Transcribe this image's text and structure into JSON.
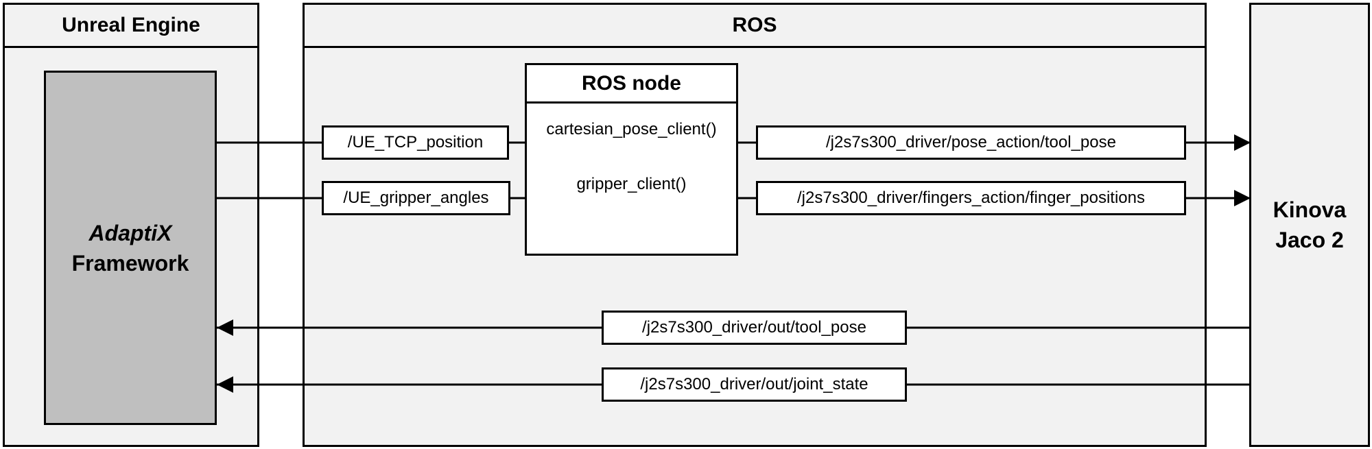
{
  "panels": {
    "unreal_engine": "Unreal Engine",
    "ros": "ROS"
  },
  "framework": {
    "italic_line": "AdaptiX",
    "line2": "Framework"
  },
  "robot": {
    "line1": "Kinova",
    "line2": "Jaco 2"
  },
  "ros_node": {
    "title": "ROS node",
    "functions": [
      "cartesian_pose_client()",
      "gripper_client()"
    ]
  },
  "topics": {
    "ue_tcp_position": "/UE_TCP_position",
    "ue_gripper_angles": "/UE_gripper_angles",
    "pose_action_tool_pose": "/j2s7s300_driver/pose_action/tool_pose",
    "fingers_action_finger_positions": "/j2s7s300_driver/fingers_action/finger_positions",
    "out_tool_pose": "/j2s7s300_driver/out/tool_pose",
    "out_joint_state": "/j2s7s300_driver/out/joint_state"
  }
}
